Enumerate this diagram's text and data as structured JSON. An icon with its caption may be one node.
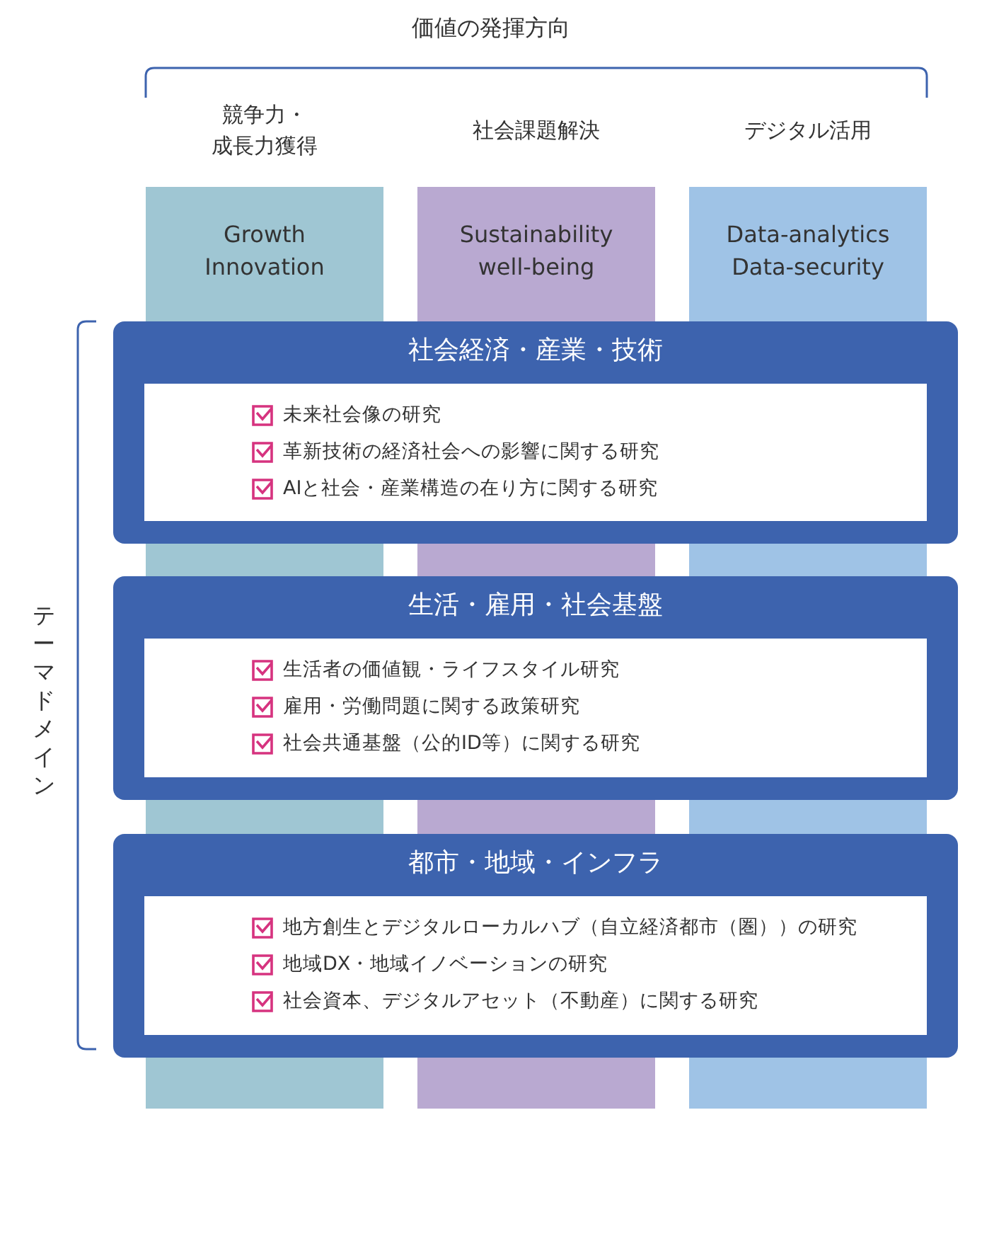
{
  "diagram": {
    "nodes": [
      {
        "text": [
          "競争力・成長力獲得",
          "Growth Innovation"
        ]
      },
      {
        "text": [
          "社会課題解決",
          "Sustainability well-being"
        ]
      },
      {
        "text": [
          "デジタル活用",
          "Data-analytics Data-security"
        ]
      },
      {
        "text": [
          "社会経済・産業・技術"
        ]
      },
      {
        "text": [
          "未来社会像の研究",
          "革新技術の経済社会への影響に関する研究",
          "AIと社会・産業構造の在り方に関する研究"
        ],
        "in": 3
      },
      {
        "text": [
          "生活・雇用・社会基盤"
        ]
      },
      {
        "text": [
          "生活者の価値観・ライフスタイル研究",
          "雇用・労働問題に関する政策研究",
          "社会共通基盤（公的ID等）に関する研究"
        ],
        "in": 5
      },
      {
        "text": [
          "都市・地域・インフラ"
        ]
      },
      {
        "text": [
          "地方創生とデジタルローカルハブ（自立経済都市（圏））の研究",
          "地域DX・地域イノベーションの研究",
          "社会資本、デジタルアセット（不動産）に関する研究"
        ],
        "in": 7
      }
    ],
    "labels": [
      "価値の発揮方向",
      "テーマドメイン"
    ]
  }
}
